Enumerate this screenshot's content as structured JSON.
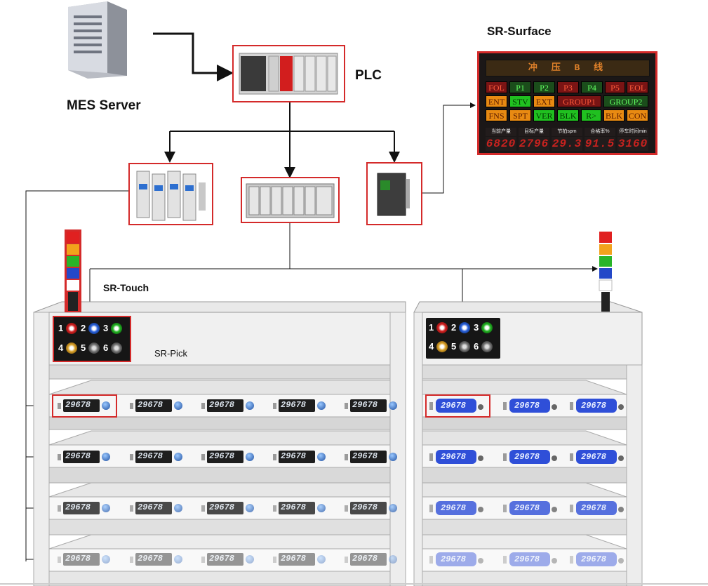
{
  "labels": {
    "mes_server": "MES Server",
    "plc": "PLC",
    "sr_surface": "SR-Surface",
    "sr_touch": "SR-Touch",
    "sr_pick": "SR-Pick"
  },
  "surface_board": {
    "led_title": "冲 压 B 线",
    "row1": [
      "FOL",
      "P1",
      "P2",
      "P3",
      "P4",
      "P5",
      "EOL"
    ],
    "row2": [
      "ENT",
      "STV",
      "EXT",
      "GROUP1",
      "GROUP2"
    ],
    "row3": [
      "FNS",
      "SPT",
      "VER",
      "BLK",
      "R>",
      "BLK",
      "CON"
    ],
    "tile_labels": [
      "当前产量",
      "目标产量",
      "节拍spm",
      "合格率%",
      "停车时间min"
    ],
    "tile_values": [
      "6820",
      "2796",
      "29.3",
      "91.5",
      "3160"
    ]
  },
  "pick_panel": {
    "numbers": [
      "1",
      "2",
      "3",
      "4",
      "5",
      "6"
    ]
  },
  "display_value": "29678",
  "colors": {
    "border_red": "#d42a2a",
    "led_red": "#c8221f",
    "display_blue": "#2f4fd8"
  }
}
